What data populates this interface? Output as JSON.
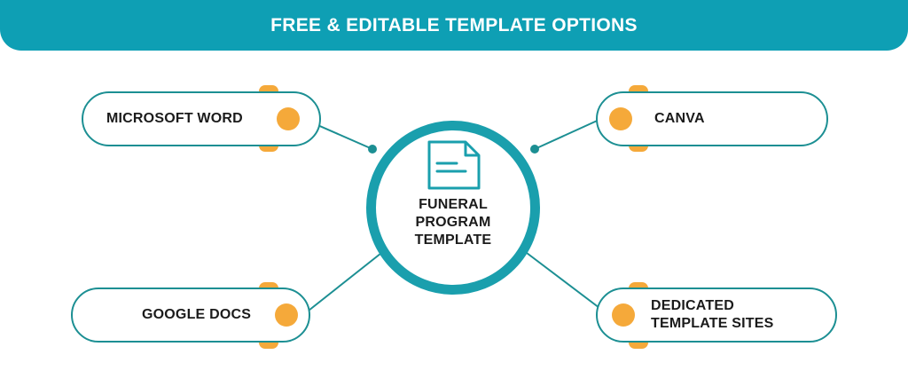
{
  "header": {
    "title": "FREE & EDITABLE TEMPLATE OPTIONS"
  },
  "hub": {
    "icon": "document-icon",
    "lines": [
      "FUNERAL",
      "PROGRAM",
      "TEMPLATE"
    ]
  },
  "options": [
    {
      "label": "MICROSOFT WORD"
    },
    {
      "label": "CANVA"
    },
    {
      "label": "GOOGLE DOCS"
    },
    {
      "label_lines": [
        "DEDICATED",
        "TEMPLATE SITES"
      ]
    }
  ],
  "colors": {
    "header_bg": "#0e9fb4",
    "hub_ring": "#1a9fad",
    "pill_border": "#1c8f93",
    "accent": "#f5a93a",
    "text": "#1b1b1b"
  }
}
